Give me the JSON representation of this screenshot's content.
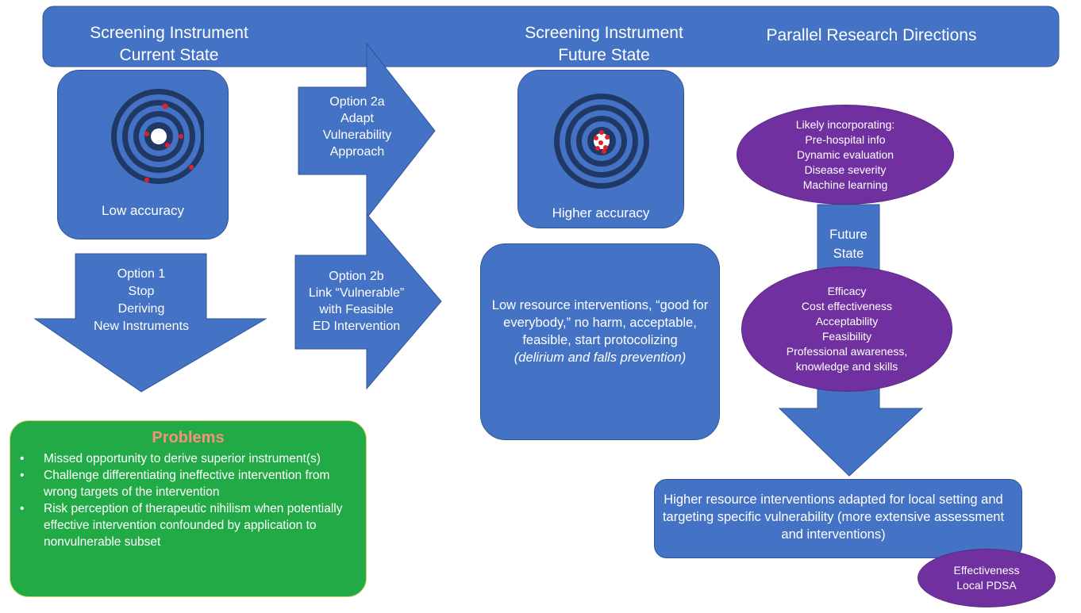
{
  "header": {
    "col1_line1": "Screening Instrument",
    "col1_line2": "Current State",
    "col2_line1": "Screening Instrument",
    "col2_line2": "Future State",
    "col3": "Parallel Research Directions"
  },
  "current_box": {
    "caption": "Low accuracy"
  },
  "future_box": {
    "caption": "Higher accuracy"
  },
  "option2a": {
    "lines": [
      "Option 2a",
      "Adapt",
      "Vulnerability",
      "Approach"
    ]
  },
  "option2b": {
    "lines": [
      "Option 2b",
      "Link “Vulnerable”",
      "with Feasible",
      "ED Intervention"
    ]
  },
  "option1": {
    "lines": [
      "Option 1",
      "Stop",
      "Deriving",
      "New Instruments"
    ]
  },
  "problems": {
    "title": "Problems",
    "items": [
      "Missed opportunity to derive superior instrument(s)",
      "Challenge differentiating ineffective intervention from wrong targets of the intervention",
      "Risk perception of therapeutic nihilism when potentially effective intervention confounded by application to nonvulnerable subset"
    ]
  },
  "low_resource": {
    "text": "Low resource interventions, “good for everybody,” no harm, acceptable, feasible, start protocolizing",
    "italic": "(delirium and falls prevention)"
  },
  "ellipse_top": {
    "lines": [
      "Likely incorporating:",
      "Pre-hospital info",
      "Dynamic evaluation",
      "Disease severity",
      "Machine learning"
    ]
  },
  "future_arrow": {
    "lines": [
      "Future",
      "State"
    ]
  },
  "ellipse_mid": {
    "lines": [
      "Efficacy",
      "Cost effectiveness",
      "Acceptability",
      "Feasibility",
      "Professional awareness,",
      "knowledge and skills"
    ]
  },
  "higher_resource": {
    "text": "Higher resource interventions adapted for local setting and targeting specific vulnerability (more extensive assessment and interventions)"
  },
  "ellipse_bottom": {
    "lines": [
      "Effectiveness",
      "Local PDSA"
    ]
  },
  "colors": {
    "shape_blue": "#4472c4",
    "ring_navy": "#203864",
    "ellipse_purple": "#7030a0",
    "problems_green": "#22aa46",
    "problems_title": "#f3937a",
    "dot_red": "#e0202a"
  }
}
